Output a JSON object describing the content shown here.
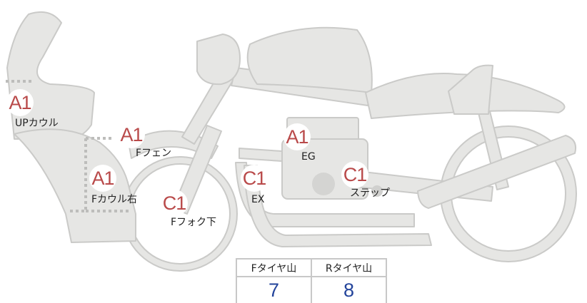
{
  "colors": {
    "body_fill": "#e6e6e4",
    "body_stroke": "#cacac8",
    "marker_text": "#b94a4a",
    "value_text": "#23449b"
  },
  "parts": [
    {
      "id": "up-cowl",
      "grade": "A1",
      "label": "UPカウル"
    },
    {
      "id": "f-fender",
      "grade": "A1",
      "label": "Fフェン"
    },
    {
      "id": "f-cowl-right",
      "grade": "A1",
      "label": "Fカウル右"
    },
    {
      "id": "f-fork-lower",
      "grade": "C1",
      "label": "Fフォク下"
    },
    {
      "id": "exhaust",
      "grade": "C1",
      "label": "EX"
    },
    {
      "id": "engine",
      "grade": "A1",
      "label": "EG"
    },
    {
      "id": "step",
      "grade": "C1",
      "label": "ステップ"
    }
  ],
  "tread": {
    "front_label": "Fタイヤ山",
    "rear_label": "Rタイヤ山",
    "front_value": "7",
    "rear_value": "8"
  }
}
